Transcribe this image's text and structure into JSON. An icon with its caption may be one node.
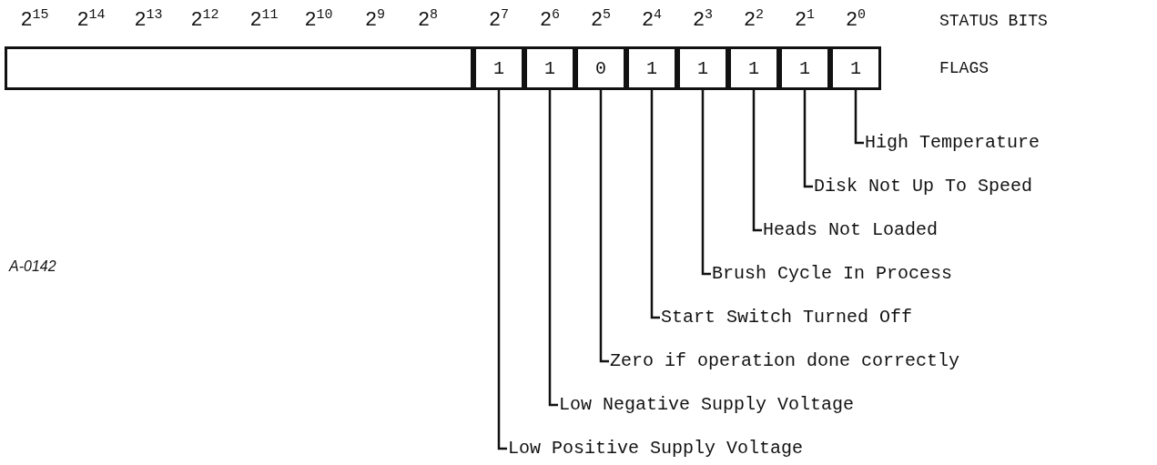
{
  "diagram": {
    "nodes": [
      {
        "text": [],
        "shape": "box"
      },
      {
        "text": [
          "1"
        ]
      },
      {
        "text": [
          "1"
        ]
      },
      {
        "text": [
          "0"
        ]
      },
      {
        "text": [
          "1"
        ]
      },
      {
        "text": [
          "1"
        ]
      },
      {
        "text": [
          "1"
        ]
      },
      {
        "text": [
          "1"
        ]
      },
      {
        "text": [
          "1"
        ]
      },
      {
        "text": [
          "High Temperature"
        ]
      },
      {
        "text": [
          "Disk Not Up To Speed"
        ]
      },
      {
        "text": [
          "Heads Not Loaded"
        ]
      },
      {
        "text": [
          "Brush Cycle In Process"
        ]
      },
      {
        "text": [
          "Start Switch Turned Off"
        ]
      },
      {
        "text": [
          "Zero if operation done correctly"
        ]
      },
      {
        "text": [
          "Low Negative Supply Voltage"
        ]
      },
      {
        "text": [
          "Low Positive Supply Voltage"
        ]
      }
    ],
    "edges": [
      {
        "from": 9,
        "to": 8,
        "arrow": "none"
      },
      {
        "from": 10,
        "to": 7,
        "arrow": "none"
      },
      {
        "from": 11,
        "to": 6,
        "arrow": "none"
      },
      {
        "from": 12,
        "to": 5,
        "arrow": "none"
      },
      {
        "from": 13,
        "to": 4,
        "arrow": "none"
      },
      {
        "from": 14,
        "to": 3,
        "arrow": "none"
      },
      {
        "from": 15,
        "to": 2,
        "arrow": "none"
      },
      {
        "from": 16,
        "to": 1,
        "arrow": "none"
      }
    ],
    "labels": [
      "2$^{15}$",
      "2$^{14}$",
      "2$^{13}$",
      "2$^{12}$",
      "2$^{11}$",
      "2$^{10}$",
      "2$^{9}$",
      "2$^{8}$",
      "2$^{7}$",
      "2$^{6}$",
      "2$^{5}$",
      "2$^{4}$",
      "2$^{3}$",
      "2$^{2}$",
      "2$^{1}$",
      "2$^{0}$",
      "STATUS BITS",
      "FLAGS",
      "A-0142"
    ]
  }
}
